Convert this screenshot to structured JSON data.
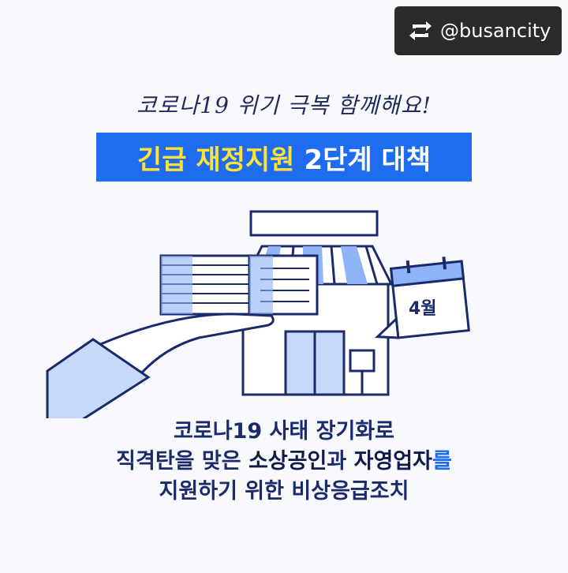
{
  "repost": {
    "handle": "@busancity",
    "icon": "repost-icon"
  },
  "tagline": "코로나19 위기 극복 함께해요!",
  "headline": {
    "part1": "긴급 재정지원",
    "part2": "2단계 대책"
  },
  "calendar_label": "4월",
  "body": {
    "line1": "코로나19 사태 장기화로",
    "line2_a": "직격탄을 맞은 ",
    "line2_b": "소상공인",
    "line2_c": "과 ",
    "line2_d": "자영업자",
    "line2_e": "를",
    "line3": "지원하기 위한 비상응급조치"
  },
  "colors": {
    "primary_blue": "#1f6cf0",
    "headline_yellow": "#ffe233",
    "text_navy": "#1b2a6b"
  }
}
